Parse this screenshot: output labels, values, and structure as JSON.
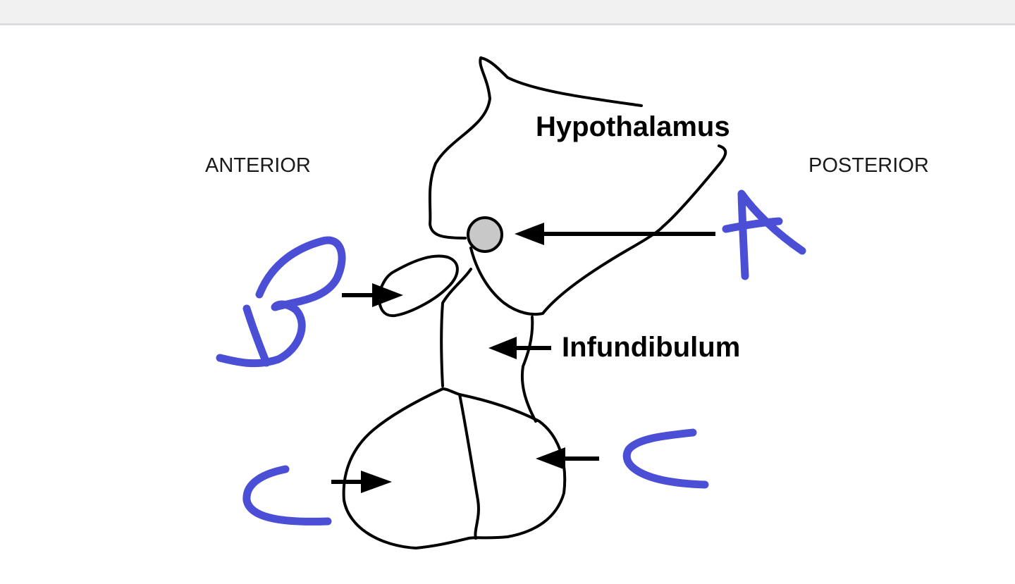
{
  "labels": {
    "hypothalamus": "Hypothalamus",
    "infundibulum": "Infundibulum",
    "anterior": "ANTERIOR",
    "posterior": "POSTERIOR"
  },
  "handwritten": {
    "a": "A",
    "b": "B",
    "c_left": "C",
    "c_right": "C"
  },
  "colors": {
    "ink": "#4a4fd6",
    "outline": "#000000",
    "nucleus_fill": "#c8c8c8",
    "topbar": "#f1f1f2"
  }
}
